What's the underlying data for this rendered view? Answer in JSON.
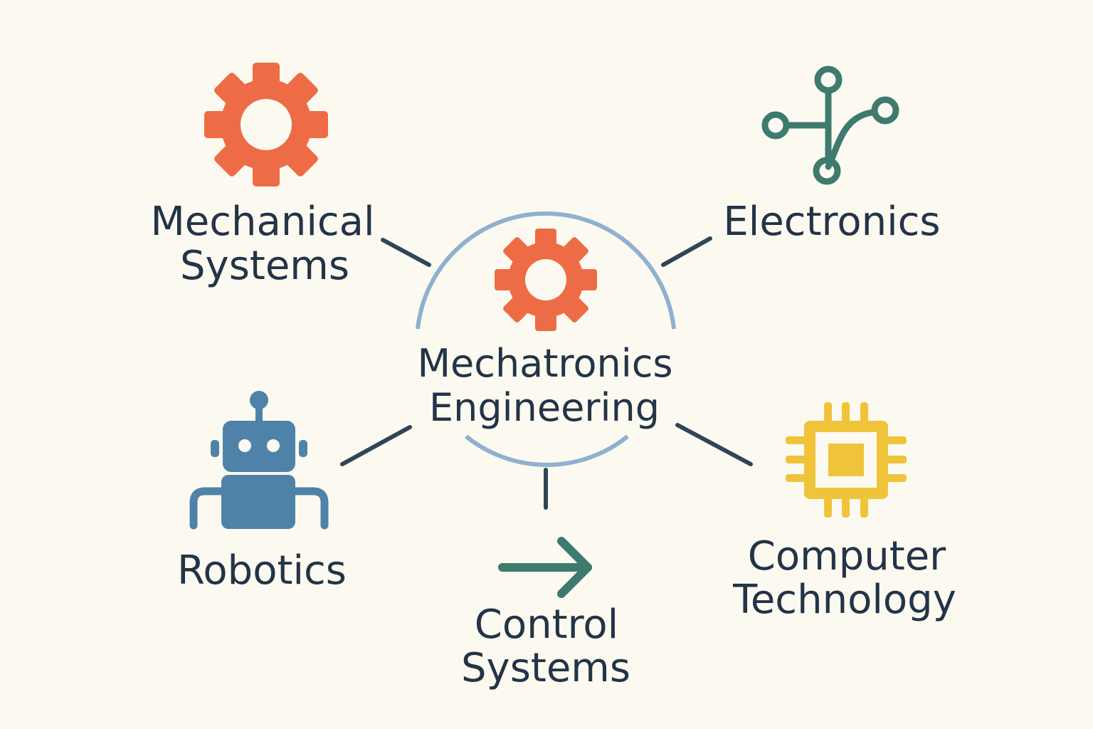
{
  "diagram": {
    "center": {
      "line1": "Mechatronics",
      "line2": "Engineering",
      "icon": "gear-icon"
    },
    "nodes": {
      "mechanical": {
        "line1": "Mechanical",
        "line2": "Systems",
        "icon": "gear-icon"
      },
      "electronics": {
        "line1": "Electronics",
        "icon": "circuit-icon"
      },
      "robotics": {
        "line1": "Robotics",
        "icon": "robot-icon"
      },
      "control": {
        "line1": "Control",
        "line2": "Systems",
        "icon": "arrow-right-icon"
      },
      "computer": {
        "line1": "Computer",
        "line2": "Technology",
        "icon": "chip-icon"
      }
    }
  },
  "colors": {
    "background": "#fcfaf0",
    "text": "#233447",
    "gear": "#ee6c45",
    "circuit": "#3e7a6e",
    "robot": "#4f82a8",
    "arrow": "#3e7a6e",
    "chip": "#f0c43a",
    "ring": "#8fb1cf",
    "connector": "#2f4558"
  }
}
